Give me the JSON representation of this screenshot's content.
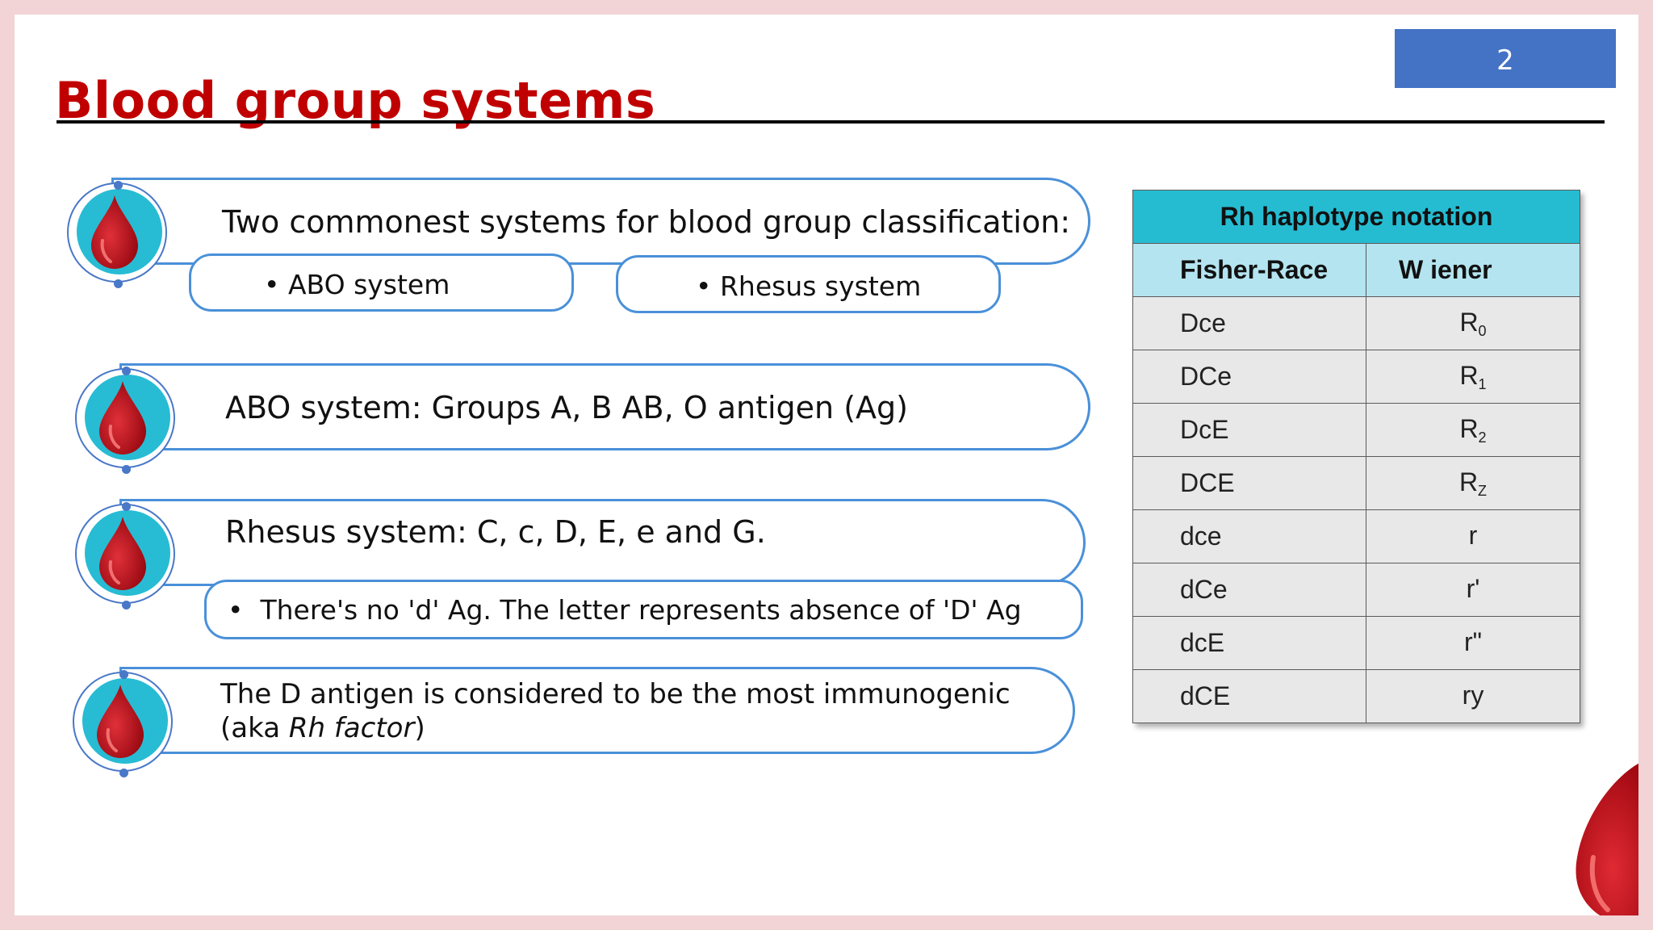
{
  "slide": {
    "title": "Blood group systems",
    "page_number": "2"
  },
  "points": {
    "p1": {
      "text": "Two commonest systems for blood group  classification:",
      "sub_a": "ABO system",
      "sub_b": "Rhesus system"
    },
    "p2": {
      "text": "ABO system: Groups A, B AB, O antigen (Ag)"
    },
    "p3": {
      "text": "Rhesus system: C, c, D, E, e and G.",
      "sub": "There's no 'd' Ag. The letter represents absence of 'D' Ag"
    },
    "p4": {
      "line1": "The D antigen is considered to be the most immunogenic",
      "line2_prefix": "(aka ",
      "line2_italic": "Rh factor",
      "line2_suffix": ")"
    }
  },
  "rh_table": {
    "caption": "Rh haplotype notation",
    "headers": [
      "Fisher-Race",
      "W iener"
    ],
    "rows": [
      {
        "fr": "Dce",
        "w": "R",
        "sub": "0"
      },
      {
        "fr": "DCe",
        "w": "R",
        "sub": "1"
      },
      {
        "fr": "DcE",
        "w": "R",
        "sub": "2"
      },
      {
        "fr": "DCE",
        "w": "R",
        "sub": "Z"
      },
      {
        "fr": "dce",
        "w": "r",
        "sub": ""
      },
      {
        "fr": "dCe",
        "w": "r'",
        "sub": ""
      },
      {
        "fr": "dcE",
        "w": "r\"",
        "sub": ""
      },
      {
        "fr": "dCE",
        "w": "ry",
        "sub": ""
      }
    ]
  },
  "colors": {
    "title": "#c00000",
    "accent_blue": "#4a90d9",
    "teal": "#27bcd4",
    "drop_red": "#c0121c",
    "badge_blue": "#4472c4"
  },
  "icons": {
    "bullet_badge": "blood-drop-icon",
    "corner": "blood-drop-icon"
  }
}
